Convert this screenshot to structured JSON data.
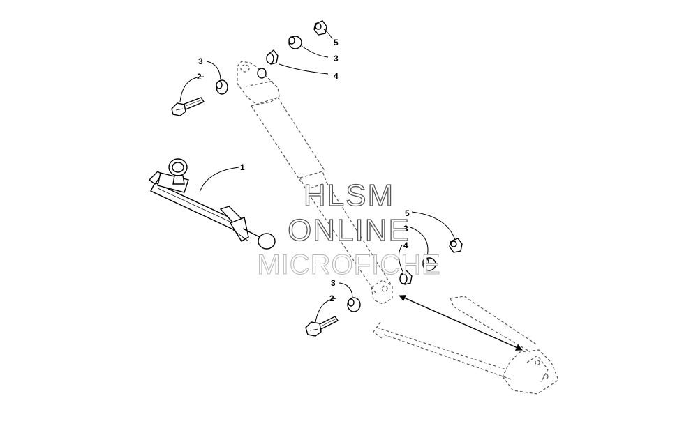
{
  "callouts": {
    "top_5": "5",
    "top_3_right": "3",
    "top_4": "4",
    "top_3_left": "3",
    "top_2": "2",
    "item_1": "1",
    "lower_5": "5",
    "lower_3_right": "3",
    "lower_4": "4",
    "lower_3_left": "3",
    "lower_2": "2"
  },
  "watermark": {
    "line1": "HLSM",
    "line2": "ONLINE",
    "line3": "MICROFICHE"
  },
  "colors": {
    "ink": "#000000",
    "dashed_outline": "#555555",
    "watermark_light": "#b5b5b5"
  }
}
